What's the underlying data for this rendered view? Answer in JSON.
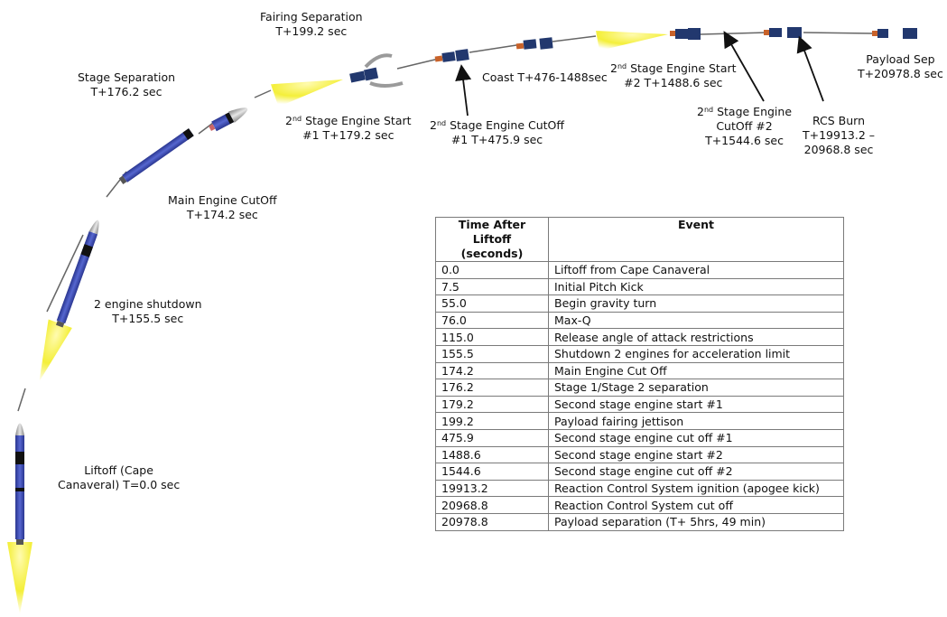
{
  "colors": {
    "flame": "#f4ef3a",
    "rocket_blue": "#3f4fb3",
    "payload_blue": "#22386e",
    "label": "#111111"
  },
  "labels": {
    "liftoff": {
      "line1": "Liftoff (Cape",
      "line2": "Canaveral) T=0.0 sec"
    },
    "two_engine_shutdown": {
      "line1": "2 engine shutdown",
      "line2": "T+155.5 sec"
    },
    "meco": {
      "line1": "Main Engine CutOff",
      "line2": "T+174.2 sec"
    },
    "stage_sep": {
      "line1": "Stage Separation",
      "line2": "T+176.2 sec"
    },
    "fairing_sep": {
      "line1": "Fairing Separation",
      "line2": "T+199.2 sec"
    },
    "ses1": {
      "sup": "nd",
      "pre": "2",
      "line1_rest": " Stage Engine Start",
      "line2": "#1  T+179.2 sec"
    },
    "seco1": {
      "sup": "nd",
      "pre": "2",
      "line1_rest": " Stage Engine CutOff",
      "line2": "#1  T+475.9 sec"
    },
    "coast": {
      "line1": "Coast T+476-1488sec"
    },
    "ses2": {
      "sup": "nd",
      "pre": "2",
      "line1_rest": " Stage Engine Start",
      "line2": "#2  T+1488.6 sec"
    },
    "seco2": {
      "sup": "nd",
      "pre": "2",
      "line1_rest": " Stage Engine",
      "line2": "CutOff #2",
      "line3": "T+1544.6 sec"
    },
    "rcs": {
      "line1": "RCS Burn",
      "line2": "T+19913.2 –",
      "line3": "20968.8 sec"
    },
    "payload_sep": {
      "line1": "Payload Sep",
      "line2": "T+20978.8 sec"
    }
  },
  "table": {
    "header_time": "Time After Liftoff (seconds)",
    "header_event": "Event",
    "rows": [
      {
        "time": "0.0",
        "event": "Liftoff from Cape Canaveral"
      },
      {
        "time": "7.5",
        "event": "Initial Pitch Kick"
      },
      {
        "time": "55.0",
        "event": "Begin gravity turn"
      },
      {
        "time": "76.0",
        "event": "Max-Q"
      },
      {
        "time": "115.0",
        "event": "Release angle of attack restrictions"
      },
      {
        "time": "155.5",
        "event": "Shutdown 2 engines for acceleration limit"
      },
      {
        "time": "174.2",
        "event": "Main Engine Cut Off"
      },
      {
        "time": "176.2",
        "event": "Stage 1/Stage 2 separation"
      },
      {
        "time": "179.2",
        "event": "Second stage engine start #1"
      },
      {
        "time": "199.2",
        "event": "Payload fairing jettison"
      },
      {
        "time": "475.9",
        "event": "Second stage engine cut off #1"
      },
      {
        "time": "1488.6",
        "event": "Second stage engine start #2"
      },
      {
        "time": "1544.6",
        "event": "Second stage engine cut off #2"
      },
      {
        "time": "19913.2",
        "event": "Reaction Control System ignition (apogee kick)"
      },
      {
        "time": "20968.8",
        "event": "Reaction Control System cut off"
      },
      {
        "time": "20978.8",
        "event": "Payload separation (T+ 5hrs, 49 min)"
      }
    ]
  }
}
